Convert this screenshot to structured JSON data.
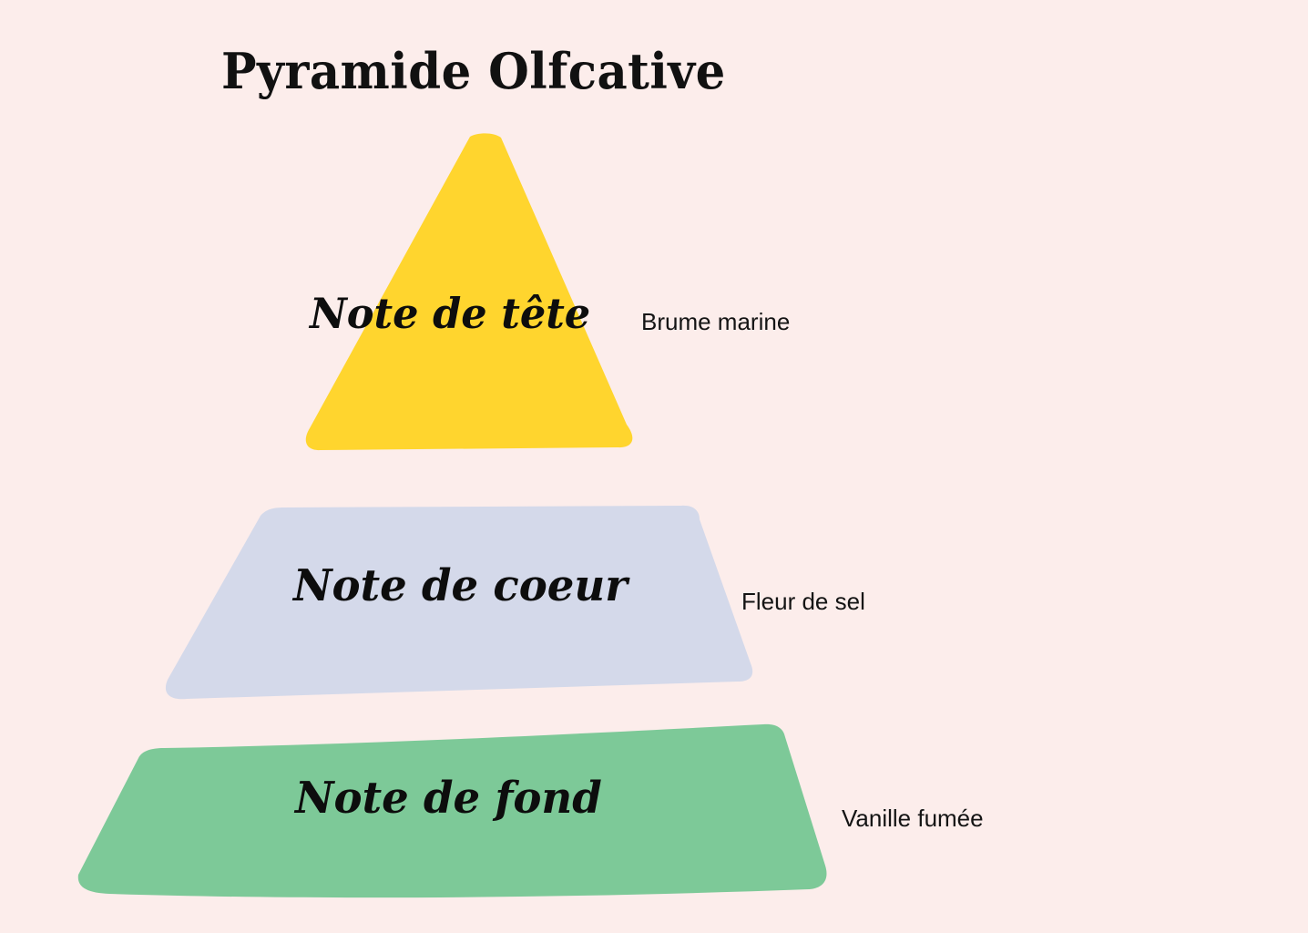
{
  "page": {
    "title": "Pyramide Olfcative",
    "background_color": "#fcedeb",
    "text_color": "#111111"
  },
  "pyramid": {
    "tiers": [
      {
        "id": "top",
        "caption": "Note de tête",
        "note": "Brume marine",
        "shape": "triangle",
        "color": "#ffd52e"
      },
      {
        "id": "heart",
        "caption": "Note de coeur",
        "note": "Fleur de sel",
        "shape": "trapezoid",
        "color": "#d4d9ea"
      },
      {
        "id": "base",
        "caption": "Note de fond",
        "note": "Vanille fumée",
        "shape": "trapezoid",
        "color": "#7dc998"
      }
    ]
  }
}
